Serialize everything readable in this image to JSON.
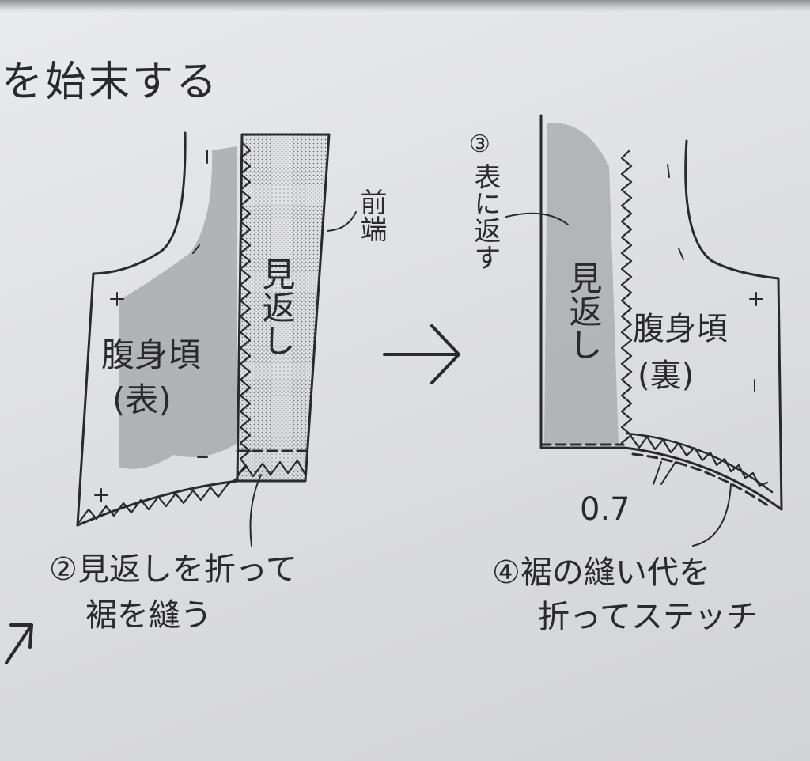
{
  "heading": "を始末する",
  "left_figure": {
    "front_edge_label": "前端",
    "facing_label": "見返し",
    "body_label": "腹身頃",
    "body_side": "(表)",
    "step_number": "②",
    "step_line1": "見返しを折って",
    "step_line2": "裾を縫う"
  },
  "right_figure": {
    "step3_number": "③",
    "step3_text": "表に返す",
    "facing_label": "見返し",
    "body_label": "腹身頃",
    "body_side": "(裏)",
    "measurement": "0.7",
    "step_number": "④",
    "step_line1": "裾の縫い代を",
    "step_line2": "折ってステッチ"
  },
  "colors": {
    "ink": "#2a2a2c",
    "paper": "#e4e5e7",
    "dots": "#b9babd",
    "shade": "#a9aaae"
  }
}
